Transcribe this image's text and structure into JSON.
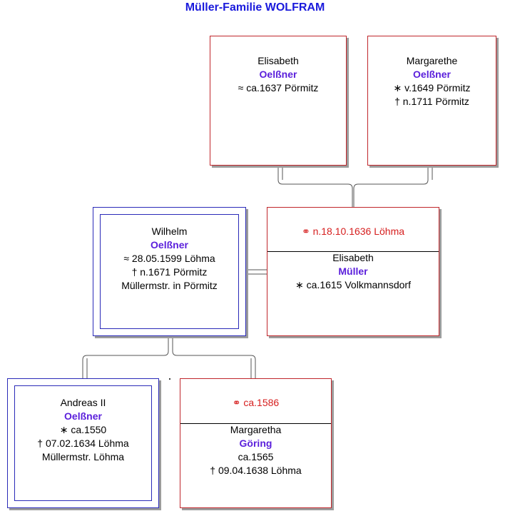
{
  "title": "Müller-Familie WOLFRAM",
  "people": {
    "elisabeth_gp": {
      "given": "Elisabeth",
      "surname": "Oelßner",
      "line1": "≈ ca.1637 Pörmitz"
    },
    "margarethe_gp": {
      "given": "Margarethe",
      "surname": "Oelßner",
      "line1": "∗ v.1649 Pörmitz",
      "line2": "† n.1711 Pörmitz"
    },
    "wilhelm": {
      "given": "Wilhelm",
      "surname": "Oelßner",
      "line1": "≈  28.05.1599 Löhma",
      "line2": "† n.1671 Pörmitz",
      "line3": "Müllermstr. in Pörmitz"
    },
    "elisabeth_mueller": {
      "marriage": "⚭ n.18.10.1636 Löhma",
      "given": "Elisabeth",
      "surname": "Müller",
      "line1": "∗ ca.1615 Volkmannsdorf"
    },
    "andreas": {
      "given": "Andreas II",
      "surname": "Oelßner",
      "line1": "∗ ca.1550",
      "line2": "†  07.02.1634 Löhma",
      "line3": "Müllermstr. Löhma"
    },
    "margaretha_goering": {
      "marriage": "⚭ ca.1586",
      "given": "Margaretha",
      "surname": "Göring",
      "line1": "ca.1565",
      "line2": "†  09.04.1638 Löhma"
    }
  },
  "colors": {
    "title": "#1a1adc",
    "surname": "#5a1edb",
    "marriage": "#d61e1e",
    "border_red": "#c0262b",
    "border_blue": "#2a2ab8",
    "shadow": "#9c9c9c"
  }
}
